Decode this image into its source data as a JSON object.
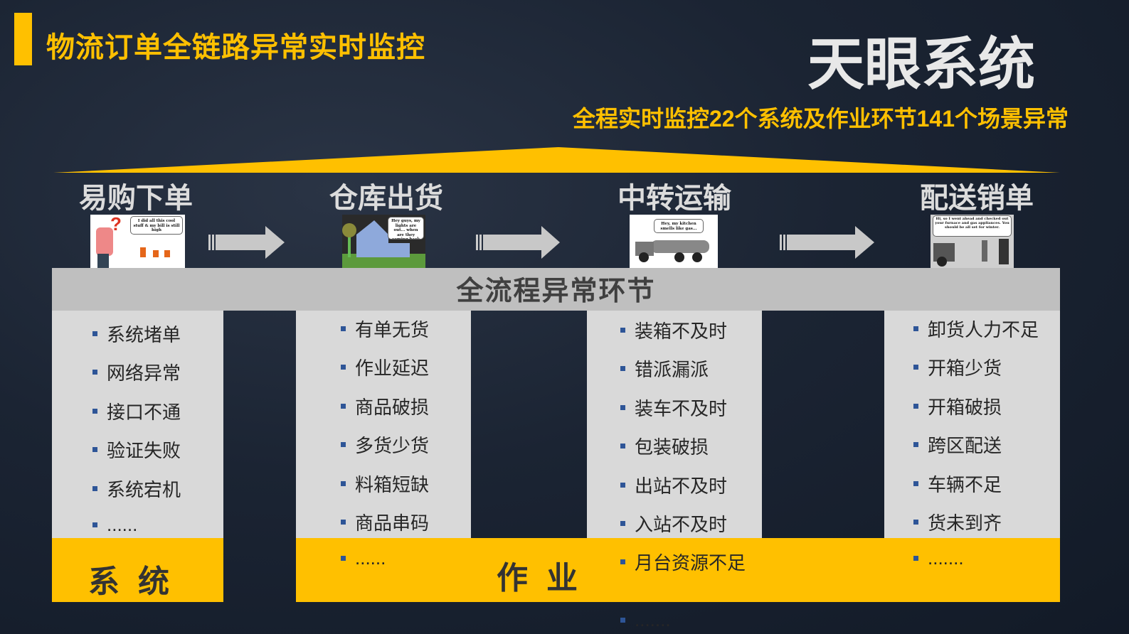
{
  "header": {
    "title": "物流订单全链路异常实时监控",
    "brand": "天眼系统",
    "subtitle": "全程实时监控22个系统及作业环节141个场景异常"
  },
  "colors": {
    "accent": "#ffc000",
    "bullet": "#2e5597",
    "panel": "#d9d9d9",
    "bar": "#bfbfbf"
  },
  "stages": [
    {
      "label": "易购下单",
      "image": "woman-energy-bill-cartoon",
      "image_text": "I did all this cool stuff & my bill is still high"
    },
    {
      "label": "仓库出货",
      "image": "house-lights-out-cartoon",
      "image_text": "Hey guys, my lights are out... when are they coming back on?"
    },
    {
      "label": "中转运输",
      "image": "tanker-truck-cartoon",
      "image_text": "Hey, my kitchen smells like gas..."
    },
    {
      "label": "配送销单",
      "image": "truck-delivery-cartoon",
      "image_text": "Hi, so I went ahead and checked out your furnace and gas appliances. You should be all set for winter."
    }
  ],
  "section_title": "全流程异常环节",
  "columns": [
    {
      "items": [
        "系统堵单",
        "网络异常",
        "接口不通",
        "验证失败",
        "系统宕机",
        "......"
      ]
    },
    {
      "items": [
        "有单无货",
        "作业延迟",
        "商品破损",
        "多货少货",
        "料箱短缺",
        "商品串码",
        "......"
      ]
    },
    {
      "items": [
        "装箱不及时",
        "错派漏派",
        "装车不及时",
        "包装破损",
        "出站不及时",
        "入站不及时",
        "月台资源不足",
        "......."
      ]
    },
    {
      "items": [
        "卸货人力不足",
        "开箱少货",
        "开箱破损",
        "跨区配送",
        "车辆不足",
        "货未到齐",
        "......."
      ]
    }
  ],
  "categories": {
    "system": "系统",
    "operation": "作业"
  }
}
